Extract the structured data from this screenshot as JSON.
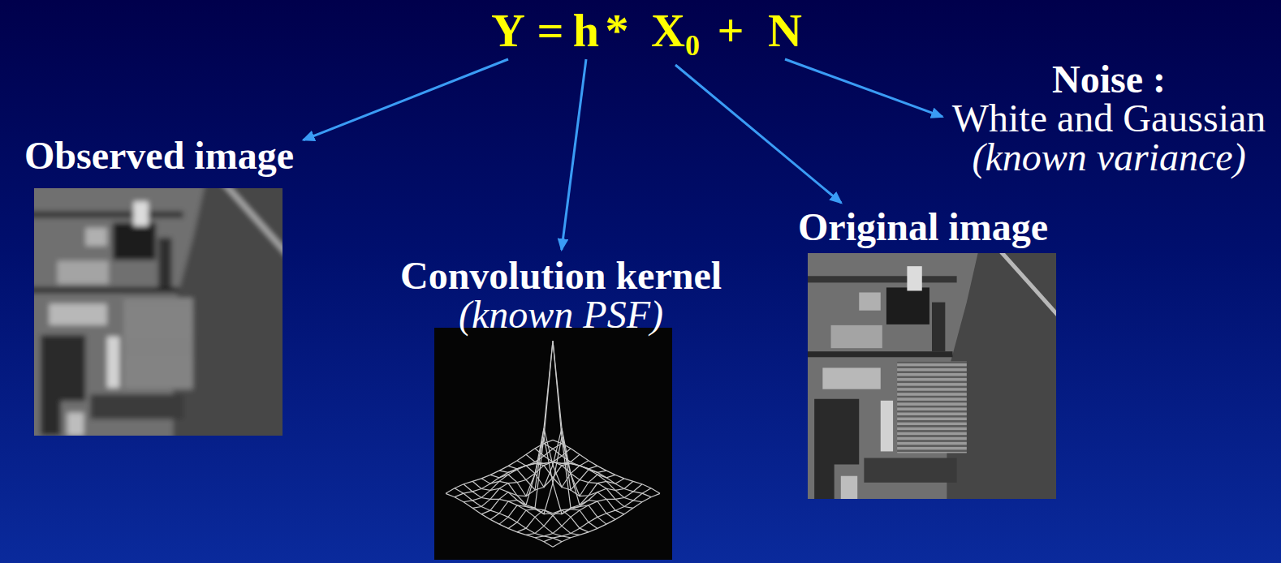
{
  "diagram": {
    "nodes": [
      {
        "text": [
          "Y"
        ]
      },
      {
        "text": [
          "h"
        ]
      },
      {
        "text": [
          "X",
          "0"
        ]
      },
      {
        "text": [
          "N"
        ]
      },
      {
        "text": [
          "Observed image"
        ]
      },
      {
        "text": [
          "Convolution kernel",
          "(known PSF)"
        ]
      },
      {
        "text": [
          "Original image"
        ]
      },
      {
        "text": [
          "Noise :",
          "White and Gaussian",
          "(known variance)"
        ]
      }
    ],
    "edges": [
      {
        "from": 0,
        "to": 4,
        "arrow": "to"
      },
      {
        "from": 1,
        "to": 5,
        "arrow": "to"
      },
      {
        "from": 2,
        "to": 6,
        "arrow": "to"
      },
      {
        "from": 3,
        "to": 7,
        "arrow": "to"
      }
    ],
    "labels": [
      "=",
      "*",
      "+"
    ]
  }
}
